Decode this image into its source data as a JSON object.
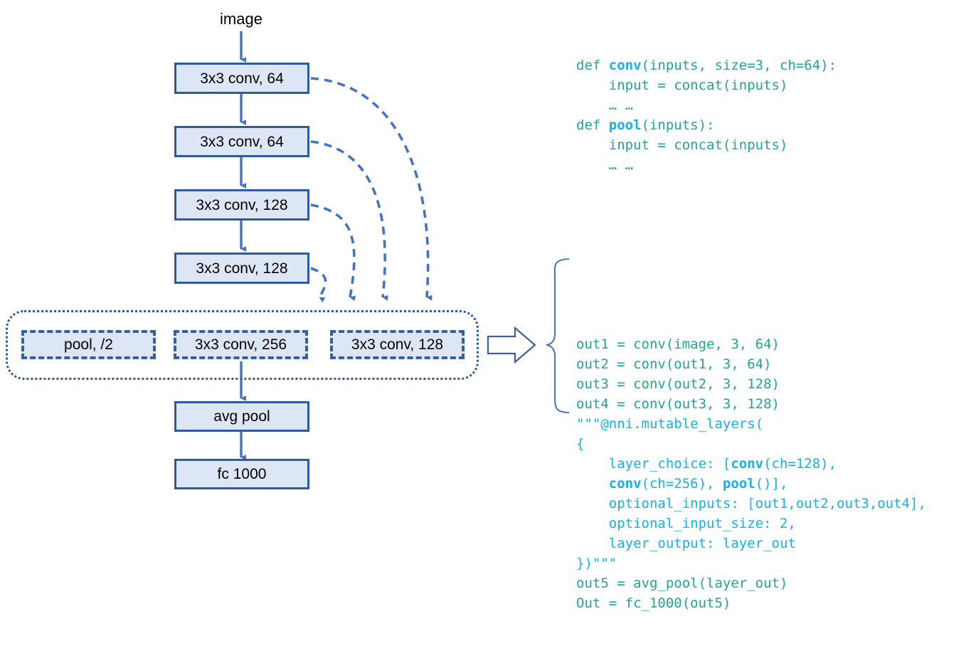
{
  "diagram": {
    "input_label": "image",
    "trunk_nodes": [
      {
        "label": "3x3 conv, 64"
      },
      {
        "label": "3x3 conv, 64"
      },
      {
        "label": "3x3 conv, 128"
      },
      {
        "label": "3x3 conv, 128"
      }
    ],
    "choice_group": {
      "options": [
        {
          "label": "pool, /2"
        },
        {
          "label": "3x3 conv, 256"
        },
        {
          "label": "3x3 conv, 128"
        }
      ]
    },
    "tail_nodes": [
      {
        "label": "avg pool"
      },
      {
        "label": "fc 1000"
      }
    ],
    "colors": {
      "node_fill": "#dce6f4",
      "node_border": "#2e5b9e",
      "arrow": "#4472c4",
      "dashed_connector": "#34619f",
      "group_border": "#2e5b9e",
      "brace": "#4a77bd",
      "block_arrow_border": "#41609a"
    }
  },
  "code": {
    "colors": {
      "teal": "#23a396",
      "cyan": "#14b1ea"
    },
    "block1": [
      {
        "segments": [
          {
            "t": "def ",
            "c": "teal"
          },
          {
            "t": "conv",
            "c": "cyan",
            "b": true
          },
          {
            "t": "(inputs, size=3, ch=64):",
            "c": "teal"
          }
        ]
      },
      {
        "segments": [
          {
            "t": "    input = concat(inputs)",
            "c": "teal"
          }
        ]
      },
      {
        "segments": [
          {
            "t": "    … …",
            "c": "teal"
          }
        ]
      },
      {
        "segments": [
          {
            "t": "def ",
            "c": "teal"
          },
          {
            "t": "pool",
            "c": "cyan",
            "b": true
          },
          {
            "t": "(inputs):",
            "c": "teal"
          }
        ]
      },
      {
        "segments": [
          {
            "t": "    input = concat(inputs)",
            "c": "teal"
          }
        ]
      },
      {
        "segments": [
          {
            "t": "    … …",
            "c": "teal"
          }
        ]
      }
    ],
    "block2": [
      {
        "segments": [
          {
            "t": "out1 = conv(image, 3, 64)",
            "c": "teal"
          }
        ]
      },
      {
        "segments": [
          {
            "t": "out2 = conv(out1, 3, 64)",
            "c": "teal"
          }
        ]
      },
      {
        "segments": [
          {
            "t": "out3 = conv(out2, 3, 128)",
            "c": "teal"
          }
        ]
      },
      {
        "segments": [
          {
            "t": "out4 = conv(out3, 3, 128)",
            "c": "teal"
          }
        ]
      },
      {
        "segments": [
          {
            "t": "\"\"\"@nni.mutable_layers(",
            "c": "cyan"
          }
        ]
      },
      {
        "segments": [
          {
            "t": "{",
            "c": "cyan"
          }
        ]
      },
      {
        "segments": [
          {
            "t": "    layer_choice: [",
            "c": "cyan"
          },
          {
            "t": "conv",
            "c": "cyan",
            "b": true
          },
          {
            "t": "(ch=128),",
            "c": "cyan"
          }
        ]
      },
      {
        "segments": [
          {
            "t": "    ",
            "c": "cyan"
          },
          {
            "t": "conv",
            "c": "cyan",
            "b": true
          },
          {
            "t": "(ch=256), ",
            "c": "cyan"
          },
          {
            "t": "pool",
            "c": "cyan",
            "b": true
          },
          {
            "t": "()],",
            "c": "cyan"
          }
        ]
      },
      {
        "segments": [
          {
            "t": "    optional_inputs: [out1,out2,out3,out4],",
            "c": "cyan"
          }
        ]
      },
      {
        "segments": [
          {
            "t": "    optional_input_size: 2,",
            "c": "cyan"
          }
        ]
      },
      {
        "segments": [
          {
            "t": "    layer_output: layer_out",
            "c": "cyan"
          }
        ]
      },
      {
        "segments": [
          {
            "t": "})\"\"\"",
            "c": "cyan"
          }
        ]
      },
      {
        "segments": [
          {
            "t": "out5 = avg_pool(layer_out)",
            "c": "teal"
          }
        ]
      },
      {
        "segments": [
          {
            "t": "Out = fc_1000(out5)",
            "c": "teal"
          }
        ]
      }
    ]
  }
}
